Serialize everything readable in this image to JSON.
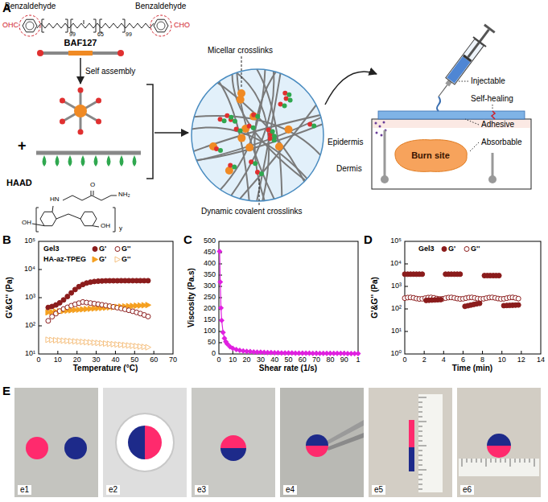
{
  "diagram": {
    "nodes": [
      {
        "text": [
          "Burn site"
        ]
      }
    ],
    "labels": [
      "A",
      "Benzaldehyde",
      "Benzaldehyde",
      "OHC",
      "CHO",
      "99",
      "65",
      "99",
      "BAF127",
      "Self assembly",
      "+",
      "HAAD",
      "O",
      "NH₂",
      "HN",
      "OH",
      "OH",
      "y",
      "Micellar crosslinks",
      "Dynamic covalent crosslinks",
      "Injectable",
      "Self-healing",
      "Adhesive",
      "Absorbable",
      "Epidermis",
      "Dermis",
      "B",
      "10⁵",
      "10⁴",
      "10³",
      "10²",
      "10¹",
      "0",
      "10",
      "20",
      "30",
      "40",
      "50",
      "60",
      "70",
      "G'&G'' (Pa)",
      "Temperature (°C)",
      "Gel3",
      "HA-az-TPEG",
      "C",
      "500",
      "450",
      "400",
      "350",
      "300",
      "250",
      "200",
      "150",
      "100",
      "50",
      "0",
      "0",
      "10",
      "20",
      "30",
      "40",
      "50",
      "60",
      "70",
      "80",
      "90",
      "1",
      "Viscosity (Pa.s)",
      "Shear rate (1/s)",
      "D",
      "10⁵",
      "10⁴",
      "10³",
      "10²",
      "10¹",
      "10⁰",
      "0",
      "2",
      "4",
      "6",
      "8",
      "10",
      "12",
      "14",
      "G'&G'' (Pa)",
      "Time (min)",
      "Gel3",
      "E",
      "e1",
      "e2",
      "e3",
      "e4",
      "e5",
      "e6"
    ],
    "legend": [
      {
        "text": "G'"
      },
      {
        "text": "G''"
      },
      {
        "text": "G'"
      },
      {
        "text": "G''"
      },
      {
        "text": "G'"
      },
      {
        "text": "G''"
      }
    ]
  }
}
